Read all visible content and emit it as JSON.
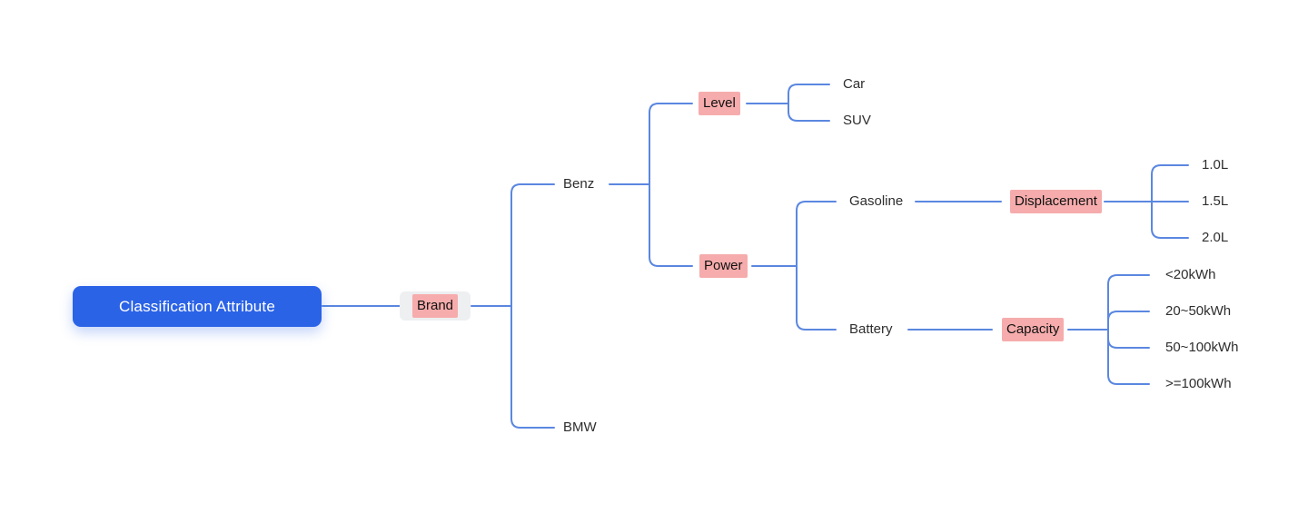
{
  "colors": {
    "root_bg": "#2B63E7",
    "root_text": "#FFFFFF",
    "pink_highlight": "#F6ACAC",
    "gray_container": "#EDEFF1",
    "connector": "#5B87E0",
    "text": "#2E2E2E"
  },
  "tree": {
    "label": "Classification Attribute",
    "children": [
      {
        "label": "Brand",
        "children": [
          {
            "label": "Benz",
            "children": [
              {
                "label": "Level",
                "children": [
                  {
                    "label": "Car"
                  },
                  {
                    "label": "SUV"
                  }
                ]
              },
              {
                "label": "Power",
                "children": [
                  {
                    "label": "Gasoline",
                    "children": [
                      {
                        "label": "Displacement",
                        "children": [
                          {
                            "label": "1.0L"
                          },
                          {
                            "label": "1.5L"
                          },
                          {
                            "label": "2.0L"
                          }
                        ]
                      }
                    ]
                  },
                  {
                    "label": "Battery",
                    "children": [
                      {
                        "label": "Capacity",
                        "children": [
                          {
                            "label": "<20kWh"
                          },
                          {
                            "label": "20~50kWh"
                          },
                          {
                            "label": "50~100kWh"
                          },
                          {
                            "label": ">=100kWh"
                          }
                        ]
                      }
                    ]
                  }
                ]
              }
            ]
          },
          {
            "label": "BMW"
          }
        ]
      }
    ]
  }
}
